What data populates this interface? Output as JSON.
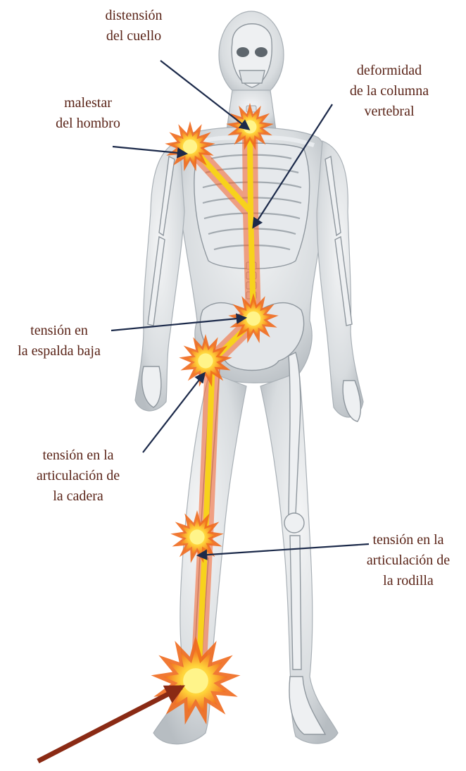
{
  "labels": {
    "neck": [
      "distensión",
      "del cuello"
    ],
    "shoulder": [
      "malestar",
      "del hombro"
    ],
    "spine": [
      "deformidad",
      "de la columna",
      "vertebral"
    ],
    "lower_back": [
      "tensión en",
      "la espalda baja"
    ],
    "hip": [
      "tensión en la",
      "articulación de",
      "la cadera"
    ],
    "knee": [
      "tensión en la",
      "articulación de",
      "la rodilla"
    ]
  },
  "colors": {
    "label_text": "#5a2418",
    "pointer_arrow": "#1c2a4a",
    "cause_arrow": "#8a2a14",
    "pain_line": "#f7d21c",
    "burst_outer": "#f06a1e",
    "burst_inner": "#ffd43a",
    "body": "#c9ced3",
    "bone": "#eef0f2"
  },
  "icons": [
    "pain-burst-icon"
  ]
}
